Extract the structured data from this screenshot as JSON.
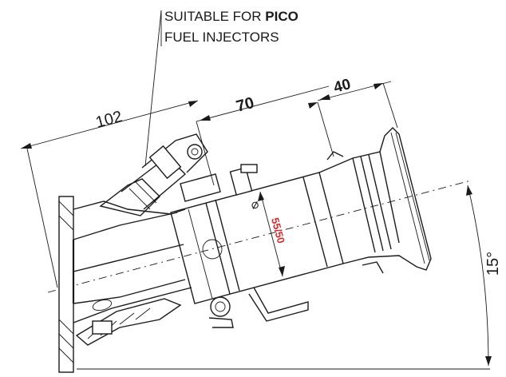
{
  "callout": {
    "line1_prefix": "SUITABLE FOR ",
    "line1_bold": "PICO",
    "line2": "FUEL INJECTORS"
  },
  "dimensions": {
    "overall_length": "102",
    "middle_length": "70",
    "trumpet_length": "40",
    "angle": "15°",
    "diameter_symbol": "⌀",
    "diameter": "55/50"
  },
  "colors": {
    "line": "#1a1a1a",
    "highlight": "#e0262b",
    "background": "#ffffff"
  }
}
